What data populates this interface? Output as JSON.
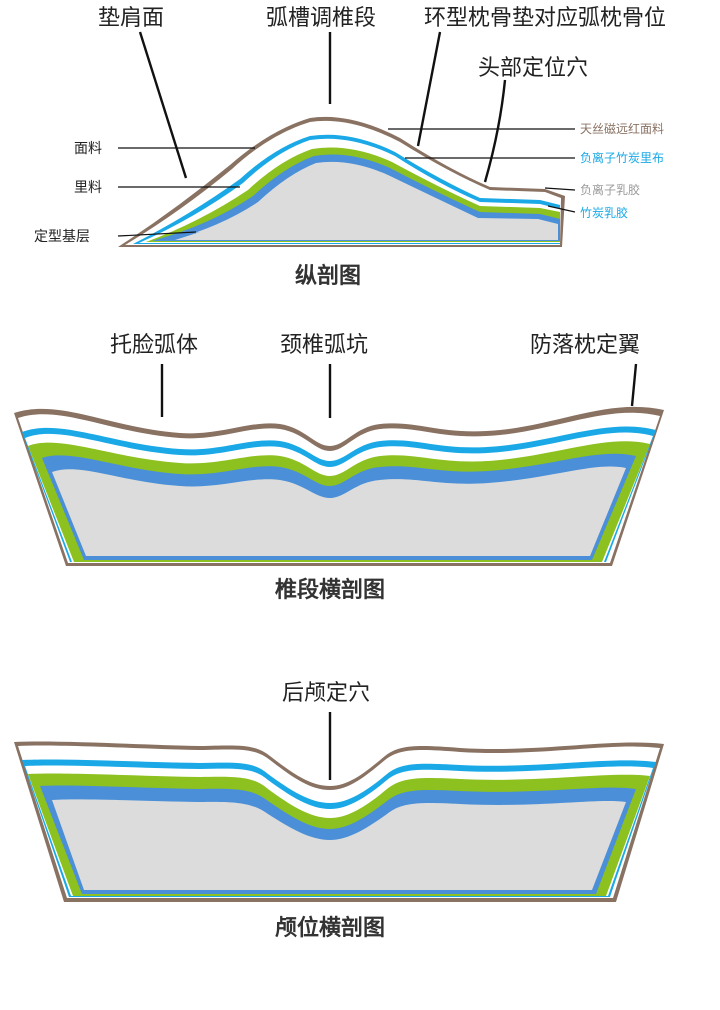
{
  "colors": {
    "fabric": "#8a7263",
    "white_layer": "#ffffff",
    "ion_layer": "#1aa9e6",
    "green_layer": "#8cc11f",
    "blue_layer": "#4a8fd8",
    "core": "#dcdcdc",
    "label_fabric": "#8a7263",
    "label_ion": "#1aa9e6",
    "label_latex": "#9a9a9a"
  },
  "longitudinal": {
    "caption": "纵剖图",
    "callouts": {
      "pad_shoulder": "垫肩面",
      "cervical_arc": "弧槽调椎段",
      "occipital_arc": "环型枕骨垫对应弧枕骨位",
      "head_hole": "头部定位穴"
    },
    "left_labels": {
      "fabric": "面料",
      "lining": "里料",
      "base": "定型基层"
    },
    "right_labels": {
      "tencel": "天丝磁远红面料",
      "ion_bamboo": "负离子竹炭里布",
      "ion_latex": "负离子乳胶",
      "bamboo_latex": "竹炭乳胶"
    }
  },
  "cervical_section": {
    "caption": "椎段横剖图",
    "callouts": {
      "face_arc": "托脸弧体",
      "neck_pit": "颈椎弧坑",
      "wing": "防落枕定翼"
    }
  },
  "occipital_section": {
    "caption": "颅位横剖图",
    "callouts": {
      "skull_hole": "后颅定穴"
    }
  }
}
